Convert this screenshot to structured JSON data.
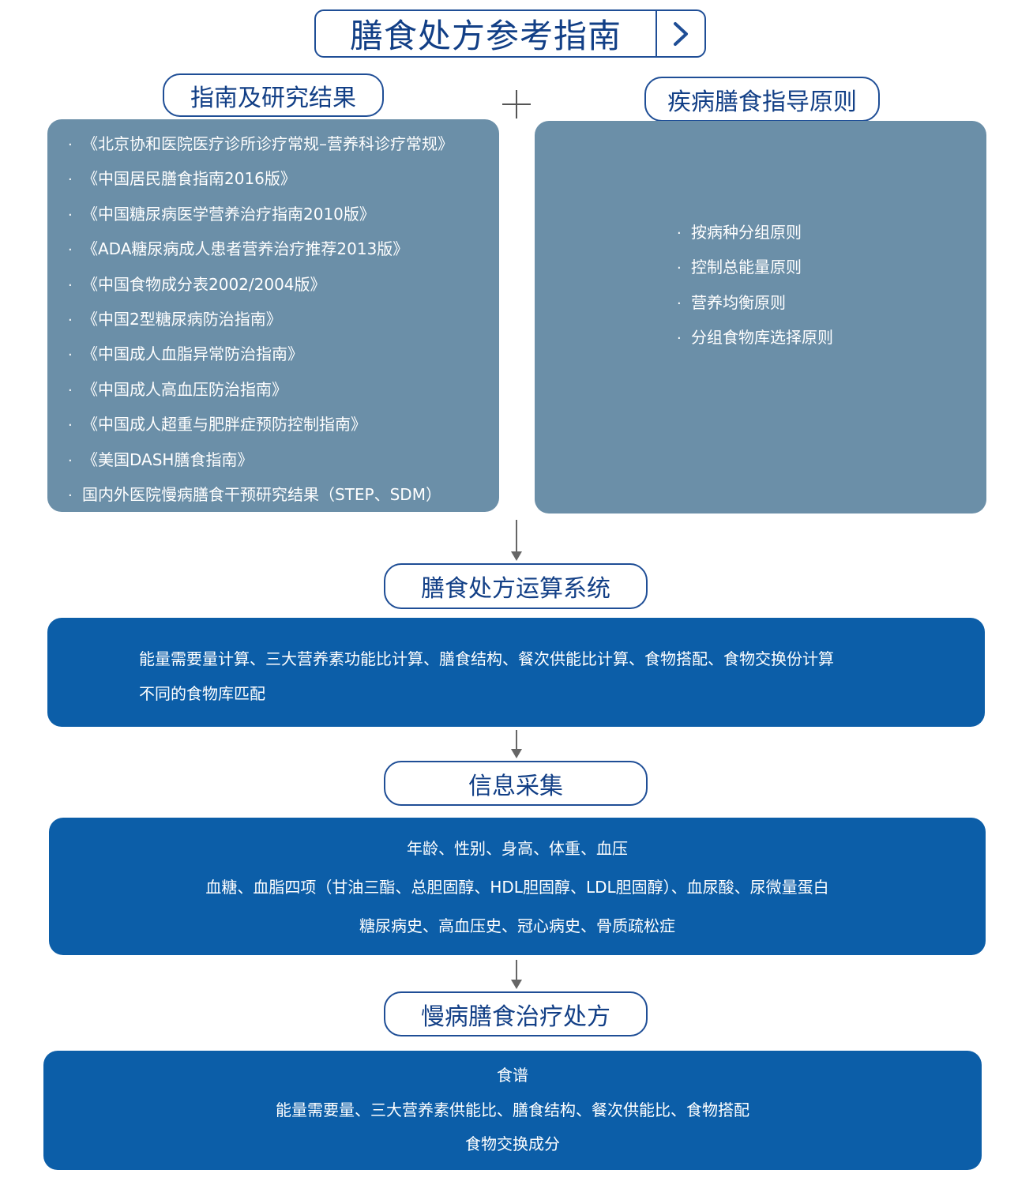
{
  "title": "膳食处方参考指南",
  "colors": {
    "outline": "#1f4e96",
    "gray_panel": "#6b8fa8",
    "blue_panel": "#0c5ea8"
  },
  "guidelines": {
    "heading": "指南及研究结果",
    "items": [
      "《北京协和医院医疗诊所诊疗常规–营养科诊疗常规》",
      "《中国居民膳食指南2016版》",
      "《中国糖尿病医学营养治疗指南2010版》",
      "《ADA糖尿病成人患者营养治疗推荐2013版》",
      "《中国食物成分表2002/2004版》",
      "《中国2型糖尿病防治指南》",
      "《中国成人血脂异常防治指南》",
      "《中国成人高血压防治指南》",
      "《中国成人超重与肥胖症预防控制指南》",
      "《美国DASH膳食指南》",
      "国内外医院慢病膳食干预研究结果（STEP、SDM）"
    ]
  },
  "principles": {
    "heading": "疾病膳食指导原则",
    "items": [
      "按病种分组原则",
      "控制总能量原则",
      "营养均衡原则",
      "分组食物库选择原则"
    ]
  },
  "system": {
    "heading": "膳食处方运算系统",
    "lines": [
      "能量需要量计算、三大营养素功能比计算、膳食结构、餐次供能比计算、食物搭配、食物交换份计算",
      "不同的食物库匹配"
    ]
  },
  "info": {
    "heading": "信息采集",
    "lines": [
      "年龄、性别、身高、体重、血压",
      "血糖、血脂四项（甘油三酯、总胆固醇、HDL胆固醇、LDL胆固醇）、血尿酸、尿微量蛋白",
      "糖尿病史、高血压史、冠心病史、骨质疏松症"
    ]
  },
  "prescription": {
    "heading": "慢病膳食治疗处方",
    "lines": [
      "食谱",
      "能量需要量、三大营养素供能比、膳食结构、餐次供能比、食物搭配",
      "食物交换成分"
    ]
  }
}
